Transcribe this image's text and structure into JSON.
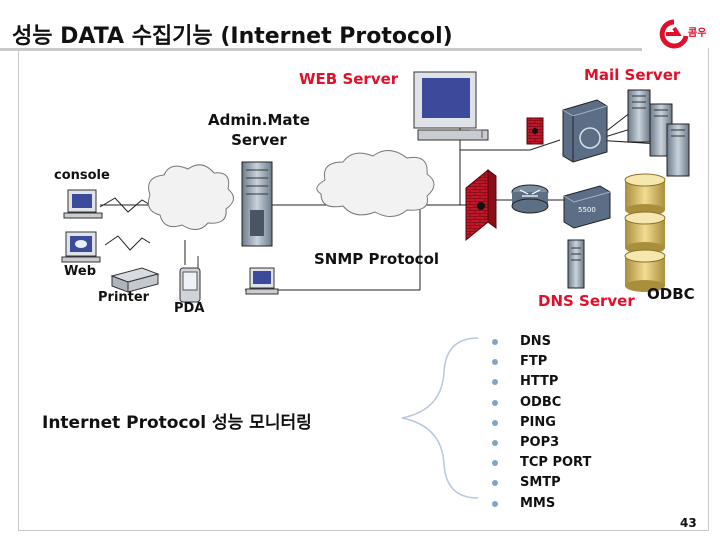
{
  "slide": {
    "title": "성능 DATA 수집기능 (Internet Protocol)",
    "page_number": "43",
    "logo_text": "콤우"
  },
  "labels": {
    "web_server": "WEB Server",
    "mail_server": "Mail Server",
    "admin_server": "Admin.Mate\nServer",
    "console": "console",
    "snmp": "SNMP Protocol",
    "web": "Web",
    "printer": "Printer",
    "pda": "PDA",
    "dns_server": "DNS Server",
    "odbc": "ODBC",
    "monitoring": "Internet Protocol 성능 모니터링"
  },
  "protocols": [
    "DNS",
    "FTP",
    "HTTP",
    "ODBC",
    "PING",
    "POP3",
    "TCP PORT",
    "SMTP",
    "MMS"
  ],
  "colors": {
    "accent_red": "#e0102a",
    "bullet": "#7fa6c8",
    "rule": "#c9c9c9",
    "firewall": "#b3121e"
  }
}
